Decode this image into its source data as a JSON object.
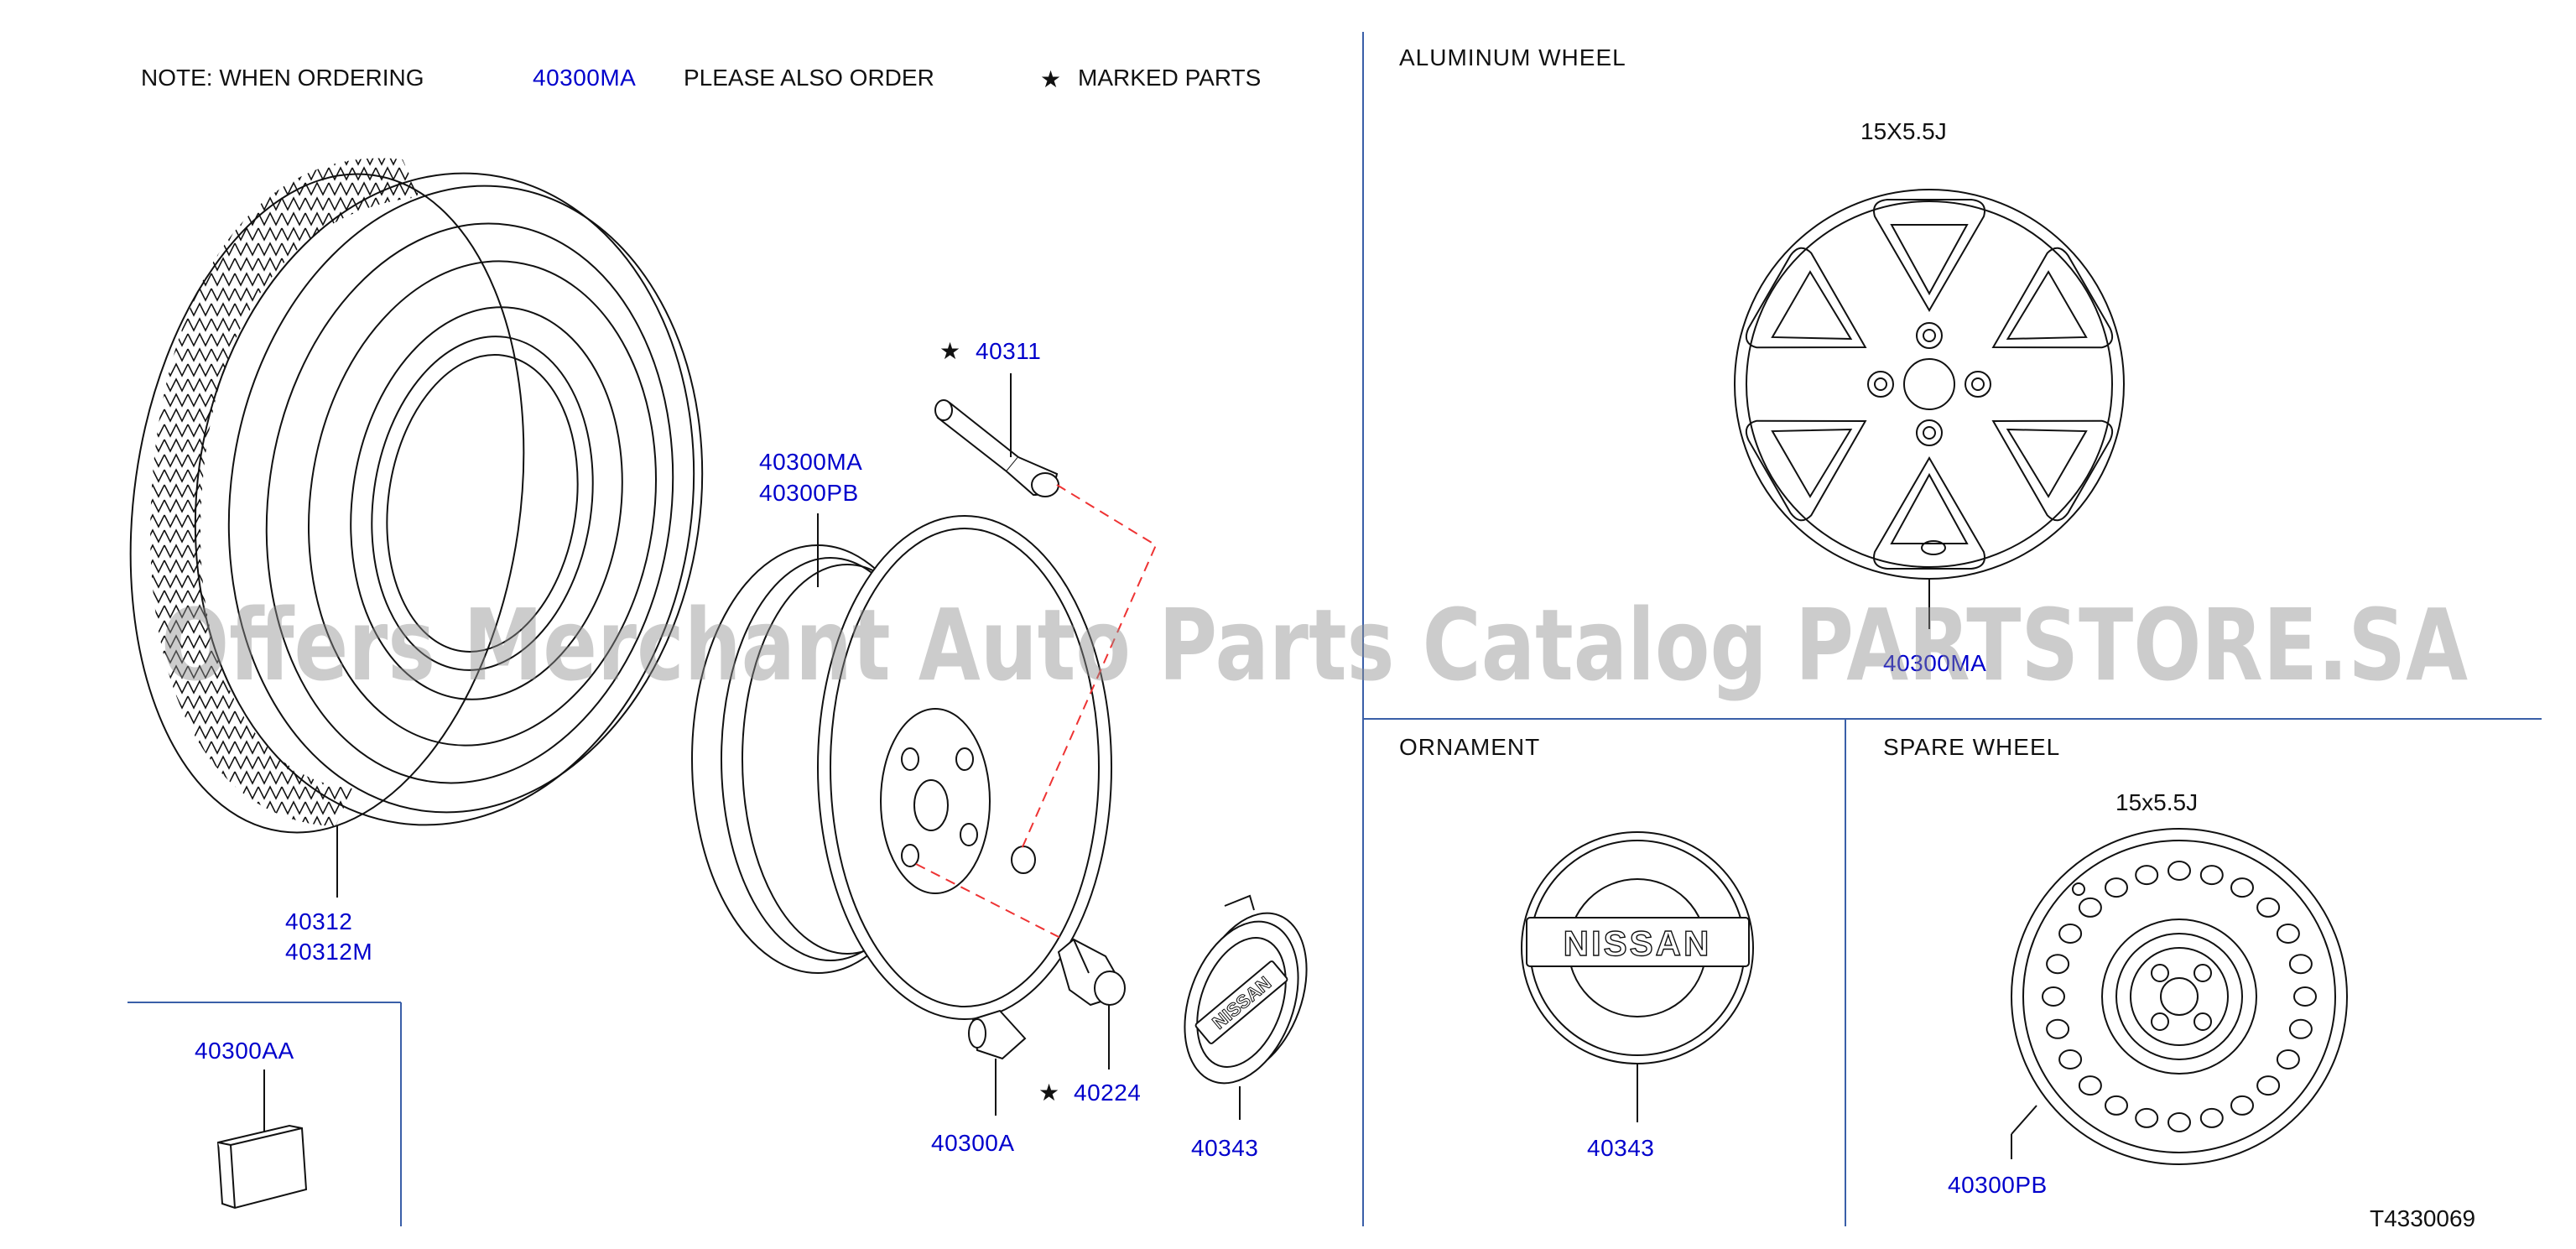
{
  "note": {
    "prefix": "NOTE:  WHEN  ORDERING",
    "part": "40300MA",
    "middle": "PLEASE  ALSO  ORDER",
    "star": "★",
    "suffix": "MARKED  PARTS"
  },
  "sections": {
    "aluminum_wheel": "ALUMINUM  WHEEL",
    "aluminum_size": "15X5.5J",
    "ornament": "ORNAMENT",
    "spare_wheel": "SPARE  WHEEL",
    "spare_size": "15x5.5J"
  },
  "parts": {
    "valve_star": "★",
    "valve": "40311",
    "wheel_1": "40300MA",
    "wheel_2": "40300PB",
    "tire_1": "40312",
    "tire_2": "40312M",
    "weight_aa": "40300AA",
    "weight_a": "40300A",
    "nut_star": "★",
    "nut": "40224",
    "cap": "40343",
    "alu_wheel": "40300MA",
    "ornament_cap": "40343",
    "spare": "40300PB"
  },
  "ornament_text": "NISSAN",
  "cap_text": "NISSAN",
  "diagram_id": "T4330069",
  "watermark": "Offers Merchant Auto Parts Catalog PARTSTORE.SA"
}
